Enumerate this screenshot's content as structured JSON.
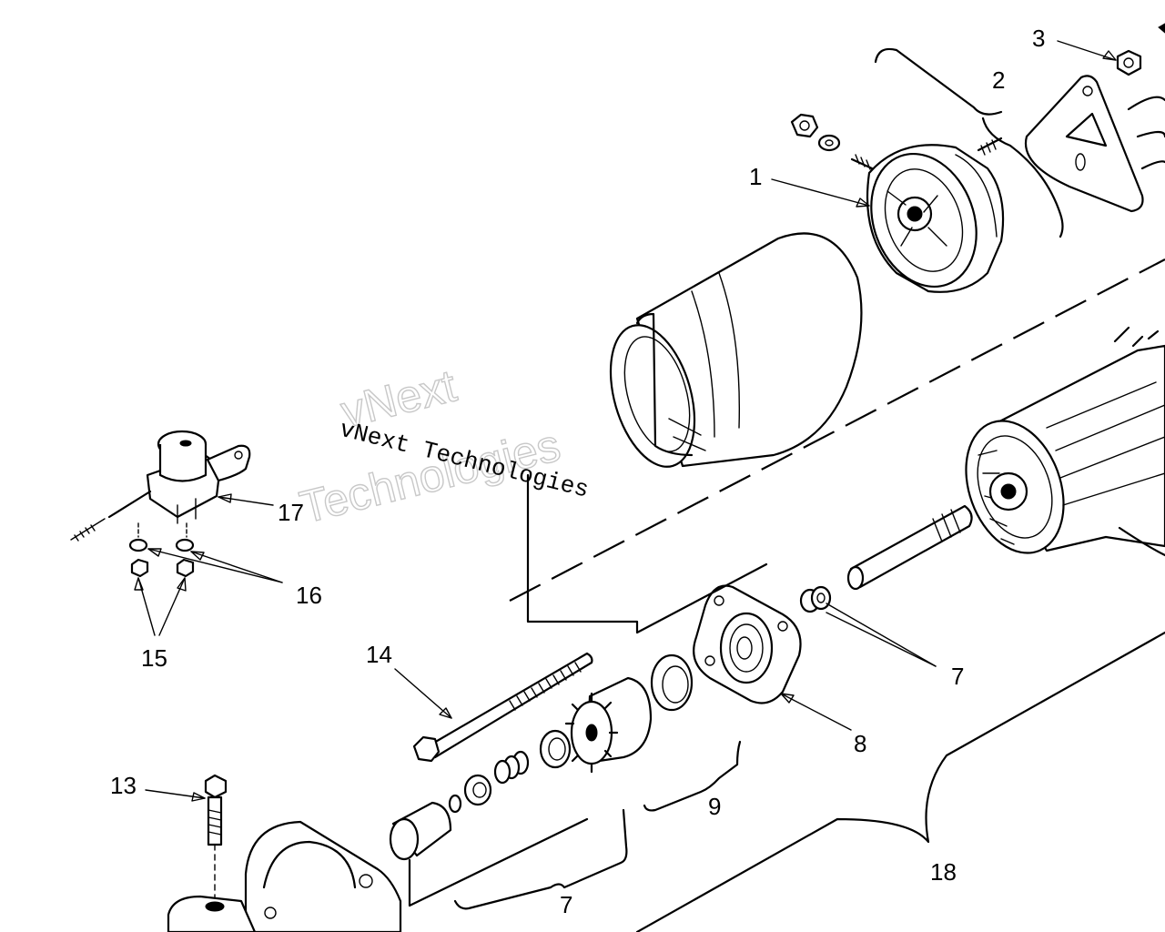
{
  "watermark": {
    "serif_text": "vNext Technologies",
    "outline_line1": "vNext",
    "outline_line2": "Technologies"
  },
  "callouts": [
    {
      "id": "c1",
      "label": "1"
    },
    {
      "id": "c2",
      "label": "2"
    },
    {
      "id": "c3",
      "label": "3"
    },
    {
      "id": "c7a",
      "label": "7"
    },
    {
      "id": "c7b",
      "label": "7"
    },
    {
      "id": "c8",
      "label": "8"
    },
    {
      "id": "c9",
      "label": "9"
    },
    {
      "id": "c13",
      "label": "13"
    },
    {
      "id": "c14",
      "label": "14"
    },
    {
      "id": "c15",
      "label": "15"
    },
    {
      "id": "c16",
      "label": "16"
    },
    {
      "id": "c17",
      "label": "17"
    },
    {
      "id": "c18",
      "label": "18"
    }
  ]
}
